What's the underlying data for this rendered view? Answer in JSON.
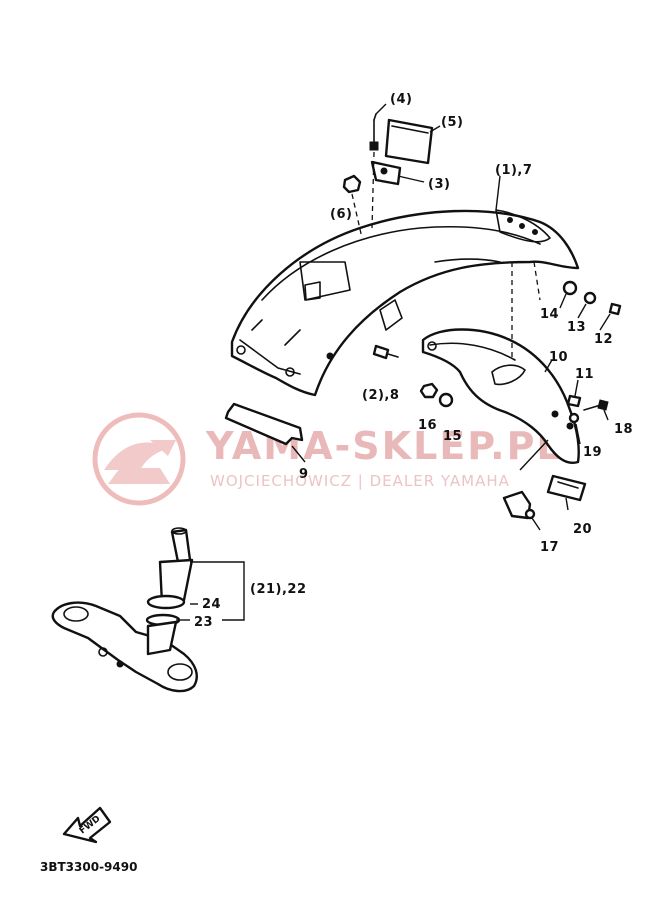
{
  "watermark": {
    "brand": "YAMA-SKLEP.PL",
    "dealer": "WOJCIECHOWICZ | DEALER YAMAHA",
    "logo": "yamaha-dealer-logo"
  },
  "labels": {
    "p4": "(4)",
    "p5": "(5)",
    "p3": "(3)",
    "p6": "(6)",
    "p1": "(1),7",
    "p14": "14",
    "p13": "13",
    "p12": "12",
    "p10": "10",
    "p11": "11",
    "p2": "(2),8",
    "p16": "16",
    "p15": "15",
    "p18": "18",
    "p19": "19",
    "p9": "9",
    "p20": "20",
    "p17": "17",
    "p21": "(21),22",
    "p24": "24",
    "p23": "23"
  },
  "fwd_label": "FWD",
  "diagram_code": "3BT3300-9490",
  "colors": {
    "ink": "#111111",
    "watermark": "#e9b8b8",
    "background": "#ffffff"
  }
}
